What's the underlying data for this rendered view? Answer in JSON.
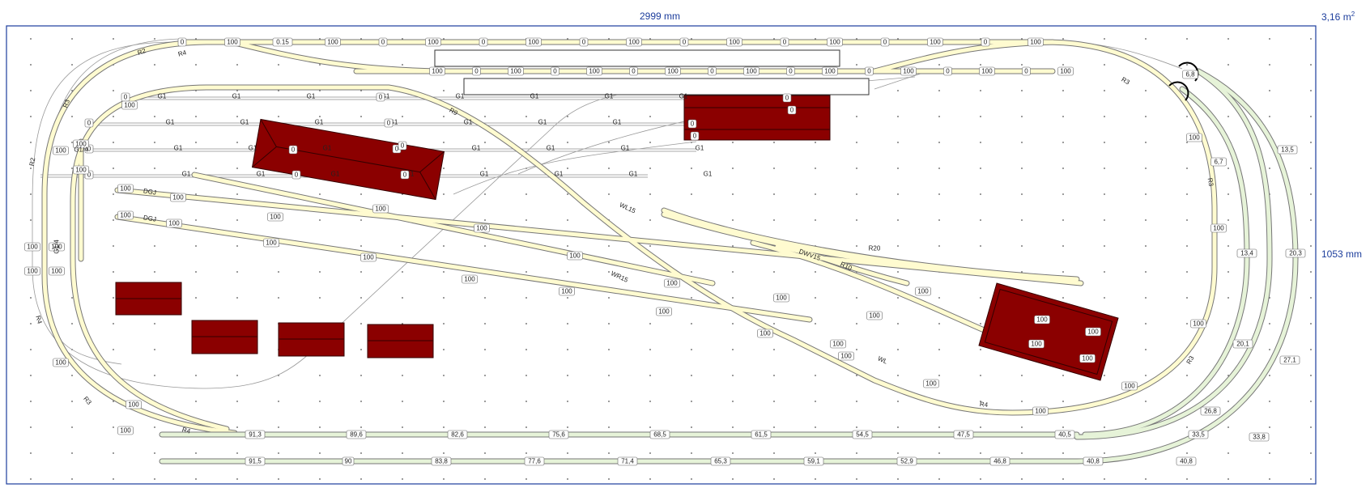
{
  "dimensions": {
    "width_label": "2999 mm",
    "height_label": "1053 mm",
    "area_label": "3,16 m",
    "area_superscript": "2"
  },
  "colors": {
    "frame": "#1c3d9c",
    "track_main": "#fffbd0",
    "track_green": "#e6f3d8",
    "track_inactive": "#ffffff",
    "rail": "#666666",
    "building": "#8b0000",
    "grid_dot": "#555555"
  },
  "track_labels": {
    "top_row": [
      "0",
      "100",
      "0.15",
      "100",
      "0",
      "100",
      "0",
      "100",
      "0",
      "100",
      "0",
      "100",
      "0",
      "100",
      "0",
      "100",
      "0",
      "100",
      "0",
      "0.15",
      "100",
      "0"
    ],
    "second_row": [
      "100",
      "0",
      "100",
      "0",
      "100",
      "0",
      "100",
      "0",
      "100",
      "0",
      "100",
      "0",
      "100",
      "0",
      "100",
      "0",
      "100"
    ],
    "siding_g1": "G1",
    "radius_r2": "R2",
    "radius_r3": "R3",
    "radius_r4": "R4",
    "radius_r9": "R9",
    "radius_r20": "R20",
    "radius_r10": "R10",
    "turnout_wl15": "WL15",
    "turnout_wr15": "WR15",
    "turnout_wl": "WL",
    "turnout_dgj": "DGJ",
    "turnout_dwv15": "DWV15",
    "g1_4": "G1/4",
    "value_0": "0",
    "value_100": "100",
    "bottom_inner": [
      "91,3",
      "89,6",
      "82,6",
      "75,6",
      "68,5",
      "61,5",
      "54,5",
      "47,5",
      "40,5",
      "33,5"
    ],
    "bottom_outer": [
      "91,5",
      "90",
      "83,8",
      "77,6",
      "71,4",
      "65,3",
      "59,1",
      "52,9",
      "46,8",
      "40,8",
      "40,8"
    ],
    "right_inner": [
      "6,8",
      "6,7",
      "13,4",
      "20,1",
      "26,8"
    ],
    "right_outer": [
      "13,5",
      "20,3",
      "27,1",
      "33,8"
    ]
  }
}
